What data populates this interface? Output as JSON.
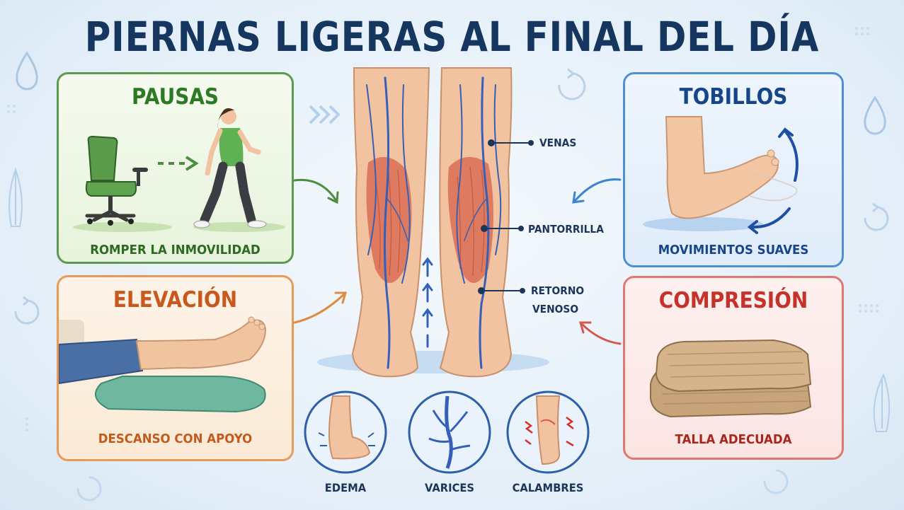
{
  "title": "PIERNAS LIGERAS AL FINAL DEL DÍA",
  "cards": {
    "pausas": {
      "heading": "PAUSAS",
      "caption": "ROMPER LA INMOVILIDAD"
    },
    "elevacion": {
      "heading": "ELEVACIÓN",
      "caption": "DESCANSO CON APOYO"
    },
    "tobillos": {
      "heading": "TOBILLOS",
      "caption": "MOVIMIENTOS SUAVES"
    },
    "compresion": {
      "heading": "COMPRESIÓN",
      "caption": "TALLA ADECUADA"
    }
  },
  "anatomy_labels": {
    "venas": "VENAS",
    "pantorrilla": "PANTORRILLA",
    "retorno_1": "RETORNO",
    "retorno_2": "VENOSO"
  },
  "symptoms": [
    "EDEMA",
    "VARICES",
    "CALAMBRES"
  ],
  "colors": {
    "title": "#15365e",
    "pausas": "#5c9b4f",
    "elevacion": "#e89a57",
    "tobillos": "#4d8fd1",
    "compresion": "#e07771",
    "vein": "#3560b8",
    "muscle": "#d8634f"
  }
}
